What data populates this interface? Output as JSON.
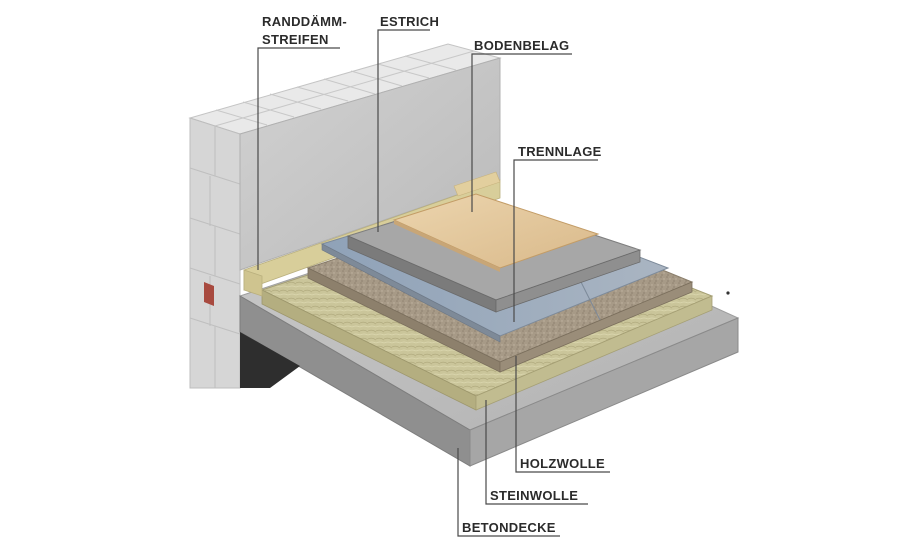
{
  "labels": {
    "randdaemm_line1": "RANDDÄMM-",
    "randdaemm_line2": "STREIFEN",
    "estrich": "ESTRICH",
    "bodenbelag": "BODENBELAG",
    "trennlage": "TRENNLAGE",
    "holzwolle": "HOLZWOLLE",
    "steinwolle": "STEINWOLLE",
    "betondecke": "BETONDECKE"
  },
  "colors": {
    "wall_face": "#c9c9c9",
    "wall_top": "#e8e8e8",
    "concrete": "#b4b4b4",
    "steinwolle": "#c8c49a",
    "holzwolle": "#a89a86",
    "trennlage": "#9aa6b4",
    "estrich": "#9a9a9a",
    "bodenbelag": "#e3c79d",
    "randstreifen": "#d9cf9c"
  }
}
